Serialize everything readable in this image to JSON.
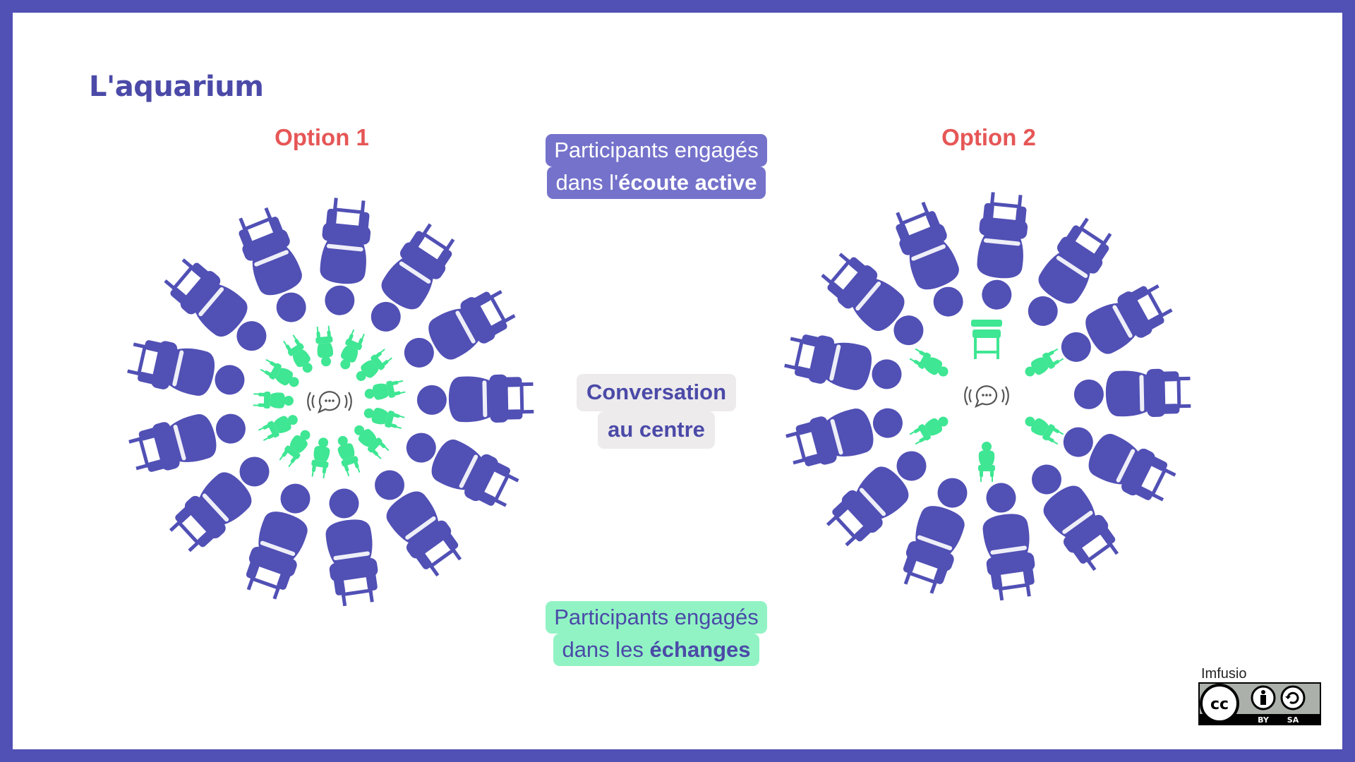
{
  "title": "L'aquarium",
  "option1": {
    "label": "Option 1",
    "outer_count": 13,
    "inner_count": 13
  },
  "option2": {
    "label": "Option 2",
    "outer_count": 13,
    "inner_count": 6,
    "empty_chairs": 1
  },
  "labels": {
    "top": {
      "line1": "Participants engagés",
      "line2_pre": "dans l'",
      "line2_bold": "écoute active"
    },
    "middle": {
      "line1": "Conversation",
      "line2": "au centre"
    },
    "bottom": {
      "line1": "Participants engagés",
      "line2_pre": "dans les ",
      "line2_bold": "échanges"
    }
  },
  "credit": {
    "author": "Imfusio",
    "license_parts": [
      "BY",
      "SA"
    ],
    "license_icon": "cc-icon"
  },
  "colors": {
    "border": "#5150b5",
    "outer_person": "#5150b5",
    "inner_person": "#3fe693",
    "option_label": "#e65656",
    "label_top_bg": "#7472cb",
    "label_mid_bg": "#edebec",
    "label_bot_bg": "#91f3c4"
  },
  "icons": {
    "center": "conversation-speech-icon",
    "badge": "creative-commons-by-sa-icon"
  }
}
